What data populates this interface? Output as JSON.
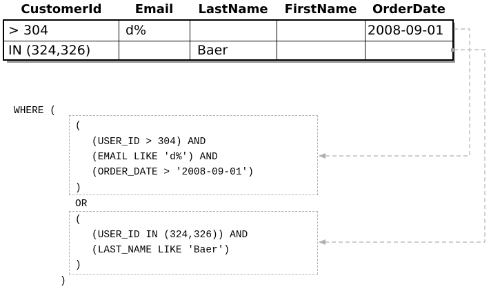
{
  "grid": {
    "columns": [
      "CustomerId",
      "Email",
      "LastName",
      "FirstName",
      "OrderDate"
    ],
    "rows": [
      [
        "> 304",
        "d%",
        "",
        "",
        "2008-09-01"
      ],
      [
        "IN (324,326)",
        "",
        "Baer",
        "",
        ""
      ]
    ]
  },
  "sql": {
    "where_open": "WHERE (",
    "group1": {
      "open": "(",
      "lines": [
        "(USER_ID > 304) AND",
        "(EMAIL LIKE 'd%') AND",
        "(ORDER_DATE > '2008-09-01')"
      ],
      "close": ")"
    },
    "or_keyword": "OR",
    "group2": {
      "open": "(",
      "lines": [
        "(USER_ID IN (324,326)) AND",
        "(LAST_NAME LIKE 'Baer')"
      ],
      "close": ")"
    },
    "where_close": ")"
  },
  "colors": {
    "connector": "#b0b0b0",
    "shadow": "#9a9a9a",
    "border": "#000000"
  }
}
